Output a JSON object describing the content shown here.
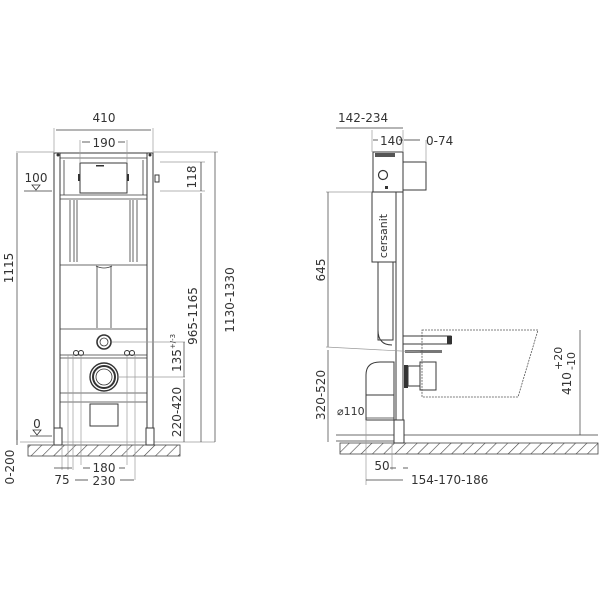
{
  "diagram": {
    "type": "technical-drawing",
    "subject": "wall-hung toilet installation frame",
    "brand_label": "cersanit",
    "front_view": {
      "dimensions": {
        "frame_width": "410",
        "cistern_opening_width": "190",
        "upper_offset": "118",
        "level_mark_top": "100",
        "level_mark_floor": "0",
        "total_height_left": "1115",
        "flush_height": "965-1165",
        "total_height_right": "1130-1330",
        "waste_height": "220-420",
        "bolt_spacing": "135",
        "bolt_spacing_tolerance": "+/-3",
        "leg_adjust": "0-200",
        "foot_width": "75",
        "inner_spacing": "180",
        "outer_spacing": "230"
      }
    },
    "side_view": {
      "dimensions": {
        "depth_range": "142-234",
        "frame_depth": "140",
        "button_projection": "0-74",
        "cistern_height": "645",
        "waste_height": "320-520",
        "pipe_diameter": "⌀110",
        "leg_offset": "50",
        "wall_distance": "154-170-186",
        "seat_height": "410",
        "seat_height_tol_plus": "+20",
        "seat_height_tol_minus": "-10"
      }
    }
  }
}
